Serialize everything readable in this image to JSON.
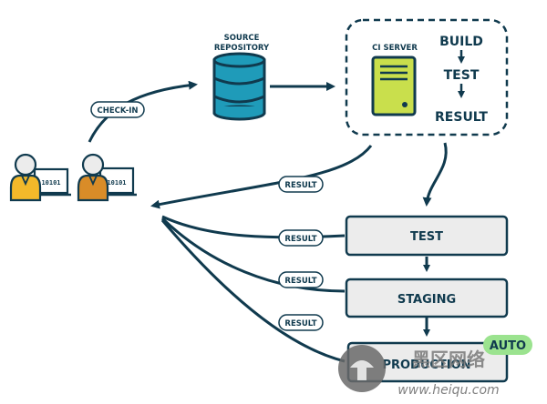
{
  "diagram": {
    "source_repository_label": "SOURCE\nREPOSITORY",
    "source_repository_line1": "SOURCE",
    "source_repository_line2": "REPOSITORY",
    "check_in_label": "CHECK-IN",
    "ci_server_label": "CI SERVER",
    "ci_steps": [
      "BUILD",
      "TEST",
      "RESULT"
    ],
    "result_label": "RESULT",
    "stages": [
      "TEST",
      "STAGING",
      "PRODUCTION"
    ],
    "auto_badge": "AUTO",
    "developer_screen_text": "10101",
    "watermark_text": "www.heiqu.com",
    "watermark_logo_text": "黑区网络"
  },
  "colors": {
    "navy": "#103a4e",
    "database_teal": "#1f9bb9",
    "ci_server_green": "#c9df4c",
    "stage_fill": "#ececec",
    "auto_badge": "#9be38f",
    "developer_yellow": "#f3b92a",
    "developer_orange": "#d98c28"
  }
}
